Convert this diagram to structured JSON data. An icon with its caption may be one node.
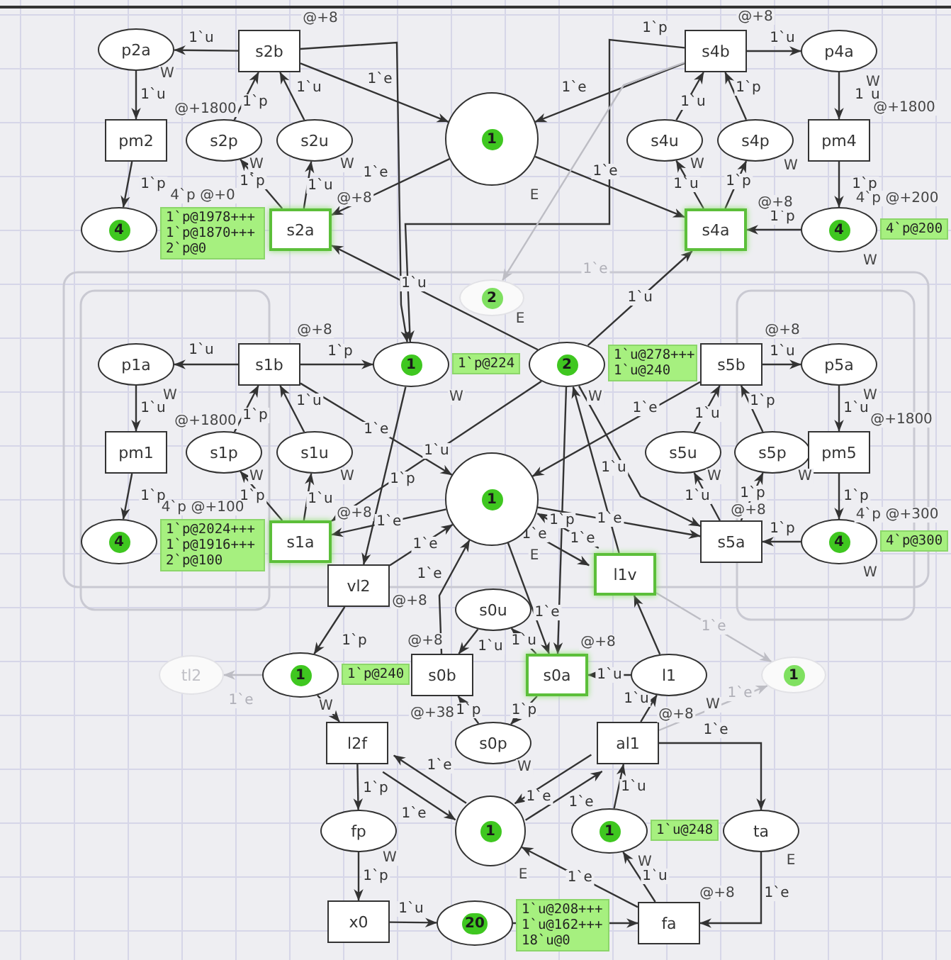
{
  "diagram": {
    "nodes": [
      {
        "text": [
          "p2a"
        ],
        "beside": [
          "W"
        ]
      },
      {
        "text": [
          "s2b"
        ],
        "beside": [
          "@+8"
        ]
      },
      {
        "text": [
          "1"
        ],
        "beside": [
          "E"
        ]
      },
      {
        "text": [
          "s4b"
        ],
        "beside": [
          "@+8"
        ]
      },
      {
        "text": [
          "p4a"
        ],
        "beside": [
          "W"
        ]
      },
      {
        "text": [
          "pm2"
        ],
        "beside": [
          "@+1800"
        ]
      },
      {
        "text": [
          "s2p"
        ],
        "beside": [
          "W"
        ]
      },
      {
        "text": [
          "s2u"
        ],
        "beside": [
          "W"
        ]
      },
      {
        "text": [
          "s4u"
        ],
        "beside": [
          "W"
        ]
      },
      {
        "text": [
          "s4p"
        ],
        "beside": [
          "W"
        ]
      },
      {
        "text": [
          "pm4"
        ],
        "beside": [
          "@+1800"
        ]
      },
      {
        "text": [
          "4"
        ],
        "beside": [
          "1`p@1978+++ 1`p@1870+++ 2`p@0",
          "4`p @+0"
        ]
      },
      {
        "text": [
          "s2a"
        ],
        "beside": [
          "@+8"
        ]
      },
      {
        "text": [
          "s4a"
        ],
        "beside": [
          "@+8"
        ]
      },
      {
        "text": [
          "4"
        ],
        "beside": [
          "4`p@200",
          "4`p @+200",
          "W"
        ]
      },
      {
        "text": [
          "2"
        ],
        "beside": [
          "E"
        ]
      },
      {
        "text": [
          "p1a"
        ],
        "beside": [
          "W"
        ]
      },
      {
        "text": [
          "s1b"
        ],
        "beside": [
          "@+8"
        ]
      },
      {
        "text": [
          "1"
        ],
        "beside": [
          "1`p@224",
          "W"
        ]
      },
      {
        "text": [
          "2"
        ],
        "beside": [
          "1`u@278+++ 1`u@240",
          "W"
        ]
      },
      {
        "text": [
          "s5b"
        ],
        "beside": [
          "@+8"
        ]
      },
      {
        "text": [
          "p5a"
        ],
        "beside": [
          "W"
        ]
      },
      {
        "text": [
          "pm1"
        ],
        "beside": [
          "@+1800"
        ]
      },
      {
        "text": [
          "s1p"
        ],
        "beside": [
          "W"
        ]
      },
      {
        "text": [
          "s1u"
        ],
        "beside": [
          "W"
        ]
      },
      {
        "text": [
          "1"
        ],
        "beside": [
          "E"
        ]
      },
      {
        "text": [
          "s5u"
        ],
        "beside": [
          "W"
        ]
      },
      {
        "text": [
          "s5p"
        ],
        "beside": [
          "W"
        ]
      },
      {
        "text": [
          "pm5"
        ],
        "beside": [
          "@+1800"
        ]
      },
      {
        "text": [
          "4"
        ],
        "beside": [
          "1`p@2024+++ 1`p@1916+++ 2`p@100",
          "4`p @+100"
        ]
      },
      {
        "text": [
          "s1a"
        ],
        "beside": [
          "@+8"
        ]
      },
      {
        "text": [
          "s5a"
        ],
        "beside": [
          "@+8"
        ]
      },
      {
        "text": [
          "4"
        ],
        "beside": [
          "4`p@300",
          "4`p @+300",
          "W"
        ]
      },
      {
        "text": [
          "vl2"
        ],
        "beside": [
          "@+8"
        ]
      },
      {
        "text": [
          "l1v"
        ]
      },
      {
        "text": [
          "s0u"
        ]
      },
      {
        "text": [
          "tl2"
        ]
      },
      {
        "text": [
          "1"
        ],
        "beside": [
          "1`p@240",
          "W"
        ]
      },
      {
        "text": [
          "s0b"
        ],
        "beside": [
          "@+8",
          "@+38"
        ]
      },
      {
        "text": [
          "s0a"
        ],
        "beside": [
          "@+8"
        ]
      },
      {
        "text": [
          "l1"
        ],
        "beside": [
          "W"
        ]
      },
      {
        "text": [
          "1"
        ]
      },
      {
        "text": [
          "s0p"
        ],
        "beside": [
          "W"
        ]
      },
      {
        "text": [
          "l2f"
        ]
      },
      {
        "text": [
          "al1"
        ],
        "beside": [
          "@+8"
        ]
      },
      {
        "text": [
          "fp"
        ],
        "beside": [
          "W"
        ]
      },
      {
        "text": [
          "1"
        ],
        "beside": [
          "E"
        ]
      },
      {
        "text": [
          "1"
        ],
        "beside": [
          "1`u@248",
          "W"
        ]
      },
      {
        "text": [
          "ta"
        ],
        "beside": [
          "E"
        ]
      },
      {
        "text": [
          "x0"
        ]
      },
      {
        "text": [
          "20"
        ],
        "beside": [
          "1`u@208+++ 1`u@162+++ 18`u@0"
        ]
      },
      {
        "text": [
          "fa"
        ],
        "beside": [
          "@+8"
        ]
      }
    ],
    "edges": [
      {
        "from": 1,
        "to": 0,
        "arrow": "to",
        "label": "1`u"
      },
      {
        "from": 0,
        "to": 5,
        "arrow": "to",
        "label": "1`u"
      },
      {
        "from": 5,
        "to": 11,
        "arrow": "to",
        "label": "1`p"
      },
      {
        "from": 6,
        "to": 1,
        "arrow": "to",
        "label": "1`p"
      },
      {
        "from": 7,
        "to": 1,
        "arrow": "to",
        "label": "1`u"
      },
      {
        "from": 12,
        "to": 6,
        "arrow": "to",
        "label": "1`p"
      },
      {
        "from": 12,
        "to": 7,
        "arrow": "to",
        "label": "1`u"
      },
      {
        "from": 1,
        "to": 2,
        "arrow": "to",
        "label": "1`e"
      },
      {
        "from": 2,
        "to": 12,
        "arrow": "to",
        "label": "1`e"
      },
      {
        "from": 3,
        "to": 4,
        "arrow": "to",
        "label": "1`u"
      },
      {
        "from": 4,
        "to": 10,
        "arrow": "to",
        "label": "1`u"
      },
      {
        "from": 10,
        "to": 14,
        "arrow": "to",
        "label": "1`p"
      },
      {
        "from": 14,
        "to": 13,
        "arrow": "to",
        "label": "1`p"
      },
      {
        "from": 8,
        "to": 3,
        "arrow": "to",
        "label": "1`u"
      },
      {
        "from": 9,
        "to": 3,
        "arrow": "to",
        "label": "1`p"
      },
      {
        "from": 13,
        "to": 8,
        "arrow": "to",
        "label": "1`u"
      },
      {
        "from": 13,
        "to": 9,
        "arrow": "to",
        "label": "1`p"
      },
      {
        "from": 3,
        "to": 2,
        "arrow": "to",
        "label": "1`e"
      },
      {
        "from": 2,
        "to": 13,
        "arrow": "to",
        "label": "1`e"
      },
      {
        "from": 1,
        "to": 18,
        "arrow": "to",
        "label": "1`u"
      },
      {
        "from": 3,
        "to": 18,
        "arrow": "to",
        "label": "1`p"
      },
      {
        "from": 19,
        "to": 13,
        "arrow": "to",
        "label": "1`u"
      },
      {
        "from": 19,
        "to": 12,
        "arrow": "to"
      },
      {
        "from": 17,
        "to": 16,
        "arrow": "to",
        "label": "1`u"
      },
      {
        "from": 16,
        "to": 22,
        "arrow": "to",
        "label": "1`u"
      },
      {
        "from": 22,
        "to": 29,
        "arrow": "to",
        "label": "1`p"
      },
      {
        "from": 23,
        "to": 17,
        "arrow": "to",
        "label": "1`p"
      },
      {
        "from": 24,
        "to": 17,
        "arrow": "to",
        "label": "1`u"
      },
      {
        "from": 30,
        "to": 23,
        "arrow": "to",
        "label": "1`p"
      },
      {
        "from": 30,
        "to": 24,
        "arrow": "to",
        "label": "1`u"
      },
      {
        "from": 17,
        "to": 18,
        "arrow": "to",
        "label": "1`p"
      },
      {
        "from": 17,
        "to": 25,
        "arrow": "to",
        "label": "1`e"
      },
      {
        "from": 25,
        "to": 30,
        "arrow": "to",
        "label": "1`e"
      },
      {
        "from": 19,
        "to": 30,
        "arrow": "to",
        "label": "1`u"
      },
      {
        "from": 18,
        "to": 33,
        "arrow": "to",
        "label": "1`p"
      },
      {
        "from": 20,
        "to": 21,
        "arrow": "to",
        "label": "1`u"
      },
      {
        "from": 21,
        "to": 28,
        "arrow": "to",
        "label": "1`u"
      },
      {
        "from": 28,
        "to": 32,
        "arrow": "to",
        "label": "1`p"
      },
      {
        "from": 32,
        "to": 31,
        "arrow": "to",
        "label": "1`p"
      },
      {
        "from": 26,
        "to": 20,
        "arrow": "to",
        "label": "1`u"
      },
      {
        "from": 27,
        "to": 20,
        "arrow": "to",
        "label": "1`p"
      },
      {
        "from": 31,
        "to": 26,
        "arrow": "to",
        "label": "1`u"
      },
      {
        "from": 31,
        "to": 27,
        "arrow": "to",
        "label": "1`p"
      },
      {
        "from": 20,
        "to": 25,
        "arrow": "to",
        "label": "1`e"
      },
      {
        "from": 25,
        "to": 31,
        "arrow": "to",
        "label": "1`e"
      },
      {
        "from": 19,
        "to": 31,
        "arrow": "to",
        "label": "1`u"
      },
      {
        "from": 34,
        "to": 19,
        "arrow": "to"
      },
      {
        "from": 25,
        "to": 34,
        "arrow": "to",
        "label": "1`e"
      },
      {
        "from": 34,
        "to": 25,
        "arrow": "to",
        "label": "1`e"
      },
      {
        "from": 33,
        "to": 25,
        "arrow": "to",
        "label": "1`e"
      },
      {
        "from": 33,
        "to": 37,
        "arrow": "to",
        "label": "1`p"
      },
      {
        "from": 40,
        "to": 34,
        "arrow": "to"
      },
      {
        "from": 35,
        "to": 38,
        "arrow": "to",
        "label": "1`u"
      },
      {
        "from": 39,
        "to": 35,
        "arrow": "to",
        "label": "1`u"
      },
      {
        "from": 42,
        "to": 38,
        "arrow": "to",
        "label": "1`p"
      },
      {
        "from": 39,
        "to": 42,
        "arrow": "to",
        "label": "1`p"
      },
      {
        "from": 40,
        "to": 39,
        "arrow": "to",
        "label": "1`u"
      },
      {
        "from": 19,
        "to": 39,
        "arrow": "to",
        "label": "1`p"
      },
      {
        "from": 38,
        "to": 25,
        "arrow": "to",
        "label": "1`e"
      },
      {
        "from": 25,
        "to": 39,
        "arrow": "to",
        "label": "1`e"
      },
      {
        "from": 37,
        "to": 43,
        "arrow": "to"
      },
      {
        "from": 43,
        "to": 45,
        "arrow": "to",
        "label": "1`p"
      },
      {
        "from": 45,
        "to": 49,
        "arrow": "to",
        "label": "1`p"
      },
      {
        "from": 49,
        "to": 50,
        "arrow": "to",
        "label": "1`u"
      },
      {
        "from": 50,
        "to": 51,
        "arrow": "to"
      },
      {
        "from": 51,
        "to": 47,
        "arrow": "to",
        "label": "1`u"
      },
      {
        "from": 47,
        "to": 44,
        "arrow": "to",
        "label": "1`u"
      },
      {
        "from": 44,
        "to": 40,
        "arrow": "to",
        "label": "1`u"
      },
      {
        "from": 44,
        "to": 48,
        "arrow": "to",
        "label": "1`e"
      },
      {
        "from": 48,
        "to": 51,
        "arrow": "to",
        "label": "1`e"
      },
      {
        "from": 51,
        "to": 46,
        "arrow": "to",
        "label": "1`e"
      },
      {
        "from": 46,
        "to": 43,
        "arrow": "to",
        "label": "1`e"
      },
      {
        "from": 43,
        "to": 46,
        "arrow": "to",
        "label": "1`e"
      },
      {
        "from": 44,
        "to": 46,
        "arrow": "to",
        "label": "1`e"
      },
      {
        "from": 46,
        "to": 44,
        "arrow": "to",
        "label": "1`e"
      },
      {
        "from": 3,
        "to": 15,
        "arrow": "to",
        "label": "1`e",
        "color": "#bdbdc4"
      },
      {
        "from": 37,
        "to": 36,
        "arrow": "to",
        "label": "1`e",
        "color": "#bdbdc4"
      },
      {
        "from": 34,
        "to": 41,
        "arrow": "to",
        "label": "1`e",
        "color": "#bdbdc4"
      },
      {
        "from": 44,
        "to": 41,
        "arrow": "to",
        "label": "1`e",
        "color": "#bdbdc4"
      }
    ]
  }
}
